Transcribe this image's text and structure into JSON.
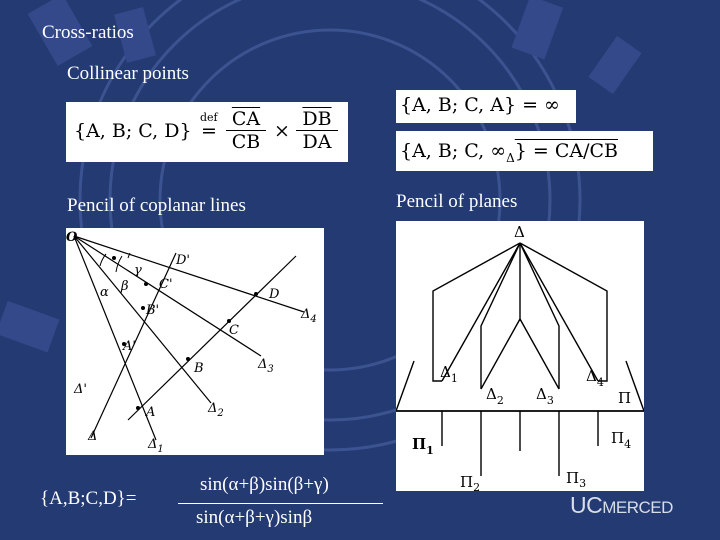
{
  "slide": {
    "title": "Cross-ratios",
    "section_collinear": "Collinear points",
    "section_lines": "Pencil of coplanar lines",
    "section_planes": "Pencil of planes"
  },
  "equations": {
    "definition_lhs": "{A, B; C, D}",
    "definition_def": "def",
    "definition_eq": "=",
    "ca": "CA",
    "cb": "CB",
    "db": "DB",
    "da": "DA",
    "times": "×",
    "infinity_case": "{A, B; C, A} = ∞",
    "vanishing_lhs": "{A, B; C, ∞",
    "vanishing_sub": "Δ",
    "vanishing_rhs": "} = CA/CB"
  },
  "lines_figure": {
    "labels": {
      "O": "O",
      "Dp": "D'",
      "Cp": "C'",
      "Bp": "B'",
      "Ap": "A'",
      "D": "D",
      "C": "C",
      "B": "B",
      "A": "A",
      "alpha": "α",
      "beta": "β",
      "gamma": "γ",
      "Delta": "Δ",
      "Delta1": "Δ",
      "Delta1_sub": "1",
      "Delta2": "Δ",
      "Delta2_sub": "2",
      "Delta3": "Δ",
      "Delta3_sub": "3",
      "Delta4": "Δ",
      "Delta4_sub": "4",
      "Deltap": "Δ'"
    }
  },
  "planes_figure": {
    "labels": {
      "Delta": "Δ",
      "Delta1": "Δ",
      "Delta1_sub": "1",
      "Delta2": "Δ",
      "Delta2_sub": "2",
      "Delta3": "Δ",
      "Delta3_sub": "3",
      "Delta4": "Δ",
      "Delta4_sub": "4",
      "Pi": "Π",
      "Pi1": "Π",
      "Pi1_sub": "1",
      "Pi2": "Π",
      "Pi2_sub": "2",
      "Pi3": "Π",
      "Pi3_sub": "3",
      "Pi4": "Π",
      "Pi4_sub": "4"
    }
  },
  "cross_ratio_formula": {
    "lhs": "{A,B;C,D}=",
    "numerator": "sin(α+β)sin(β+γ)",
    "denominator": "sin(α+β+γ)sinβ"
  },
  "logo": {
    "uc": "UC",
    "merced": "MERCED"
  },
  "colors": {
    "background": "#243a73",
    "seal": "#3b5390"
  }
}
